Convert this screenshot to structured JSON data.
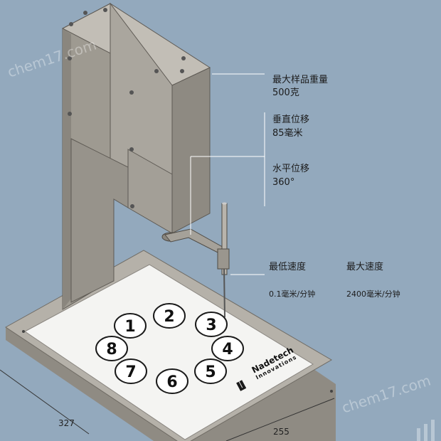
{
  "specs": {
    "max_weight": {
      "label": "最大样品重量",
      "value": "500克"
    },
    "vertical": {
      "label": "垂直位移",
      "value": "85毫米"
    },
    "horizontal": {
      "label": "水平位移",
      "value": "360°"
    },
    "min_speed": {
      "label": "最低速度",
      "value": "0.1毫米/分钟"
    },
    "max_speed": {
      "label": "最大速度",
      "value": "2400毫米/分钟"
    }
  },
  "dimensions": {
    "depth": "327",
    "width": "255"
  },
  "wells": [
    "1",
    "2",
    "3",
    "4",
    "5",
    "6",
    "7",
    "8"
  ],
  "brand": {
    "line1": "Nadetech",
    "line2": "Innovations"
  },
  "watermark": "chem17.com",
  "colors": {
    "background": "#93a9bd",
    "metal": "#aca89f",
    "plate": "#f4f4f2"
  }
}
